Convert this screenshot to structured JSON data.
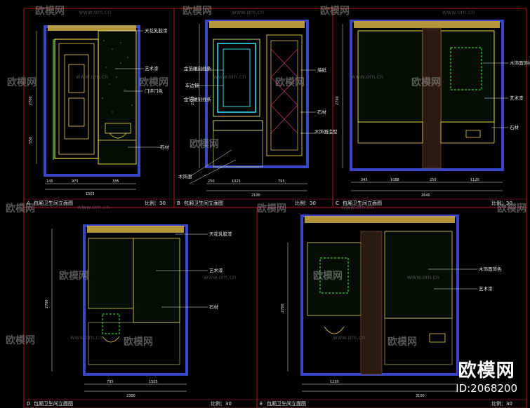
{
  "watermarks": {
    "brand": "欧模网",
    "url": "www.om.cn"
  },
  "panels": [
    {
      "letter": "A",
      "title": "包厢卫生间立面图",
      "scale": "比例：30"
    },
    {
      "letter": "B",
      "title": "包厢卫生间立面图",
      "scale": "比例：30"
    },
    {
      "letter": "C",
      "title": "包厢卫生间立面图",
      "scale": "比例：30"
    },
    {
      "letter": "D",
      "title": "包厢卫生间立面图",
      "scale": "比例：30"
    },
    {
      "letter": "E",
      "title": "包厢卫生间立面图",
      "scale": "比例：30"
    }
  ],
  "labels": {
    "a1": "天花乳胶漆",
    "a2": "艺术漆",
    "a3": "门评门色",
    "a4": "石材",
    "b1": "金箔雕刻线条",
    "b2": "车边镜",
    "b3": "金箔雕刻线条",
    "b4": "石材",
    "b5": "墙纸",
    "b6": "木饰面",
    "b7": "木饰面造型",
    "c1": "木饰面饰线",
    "c2": "艺术漆",
    "c3": "石材",
    "d1": "天花乳胶漆",
    "d2": "艺术漆",
    "d3": "石材",
    "e1": "木饰面饰色",
    "e2": "艺术漆"
  },
  "dims": {
    "a_w1": "145",
    "a_w2": "975",
    "a_w3": "335",
    "a_tot": "1505",
    "a_h": "2700",
    "a_h2": "550",
    "b_w1": "250",
    "b_w2": "1025",
    "b_w3": "795",
    "b_tot": "2100",
    "b_h": "2700",
    "c_w1": "345",
    "c_w2": "1088",
    "c_w3": "250",
    "c_w4": "1120",
    "c_tot": "2640",
    "c_h": "2700",
    "d_w1": "795",
    "d_w2": "1505",
    "d_tot": "2300",
    "d_h": "2700",
    "e_w1": "1230",
    "e_w2": "3100",
    "e_h": "2700"
  },
  "brand_badge": {
    "logo": "欧模网",
    "id": "ID:2068200"
  }
}
